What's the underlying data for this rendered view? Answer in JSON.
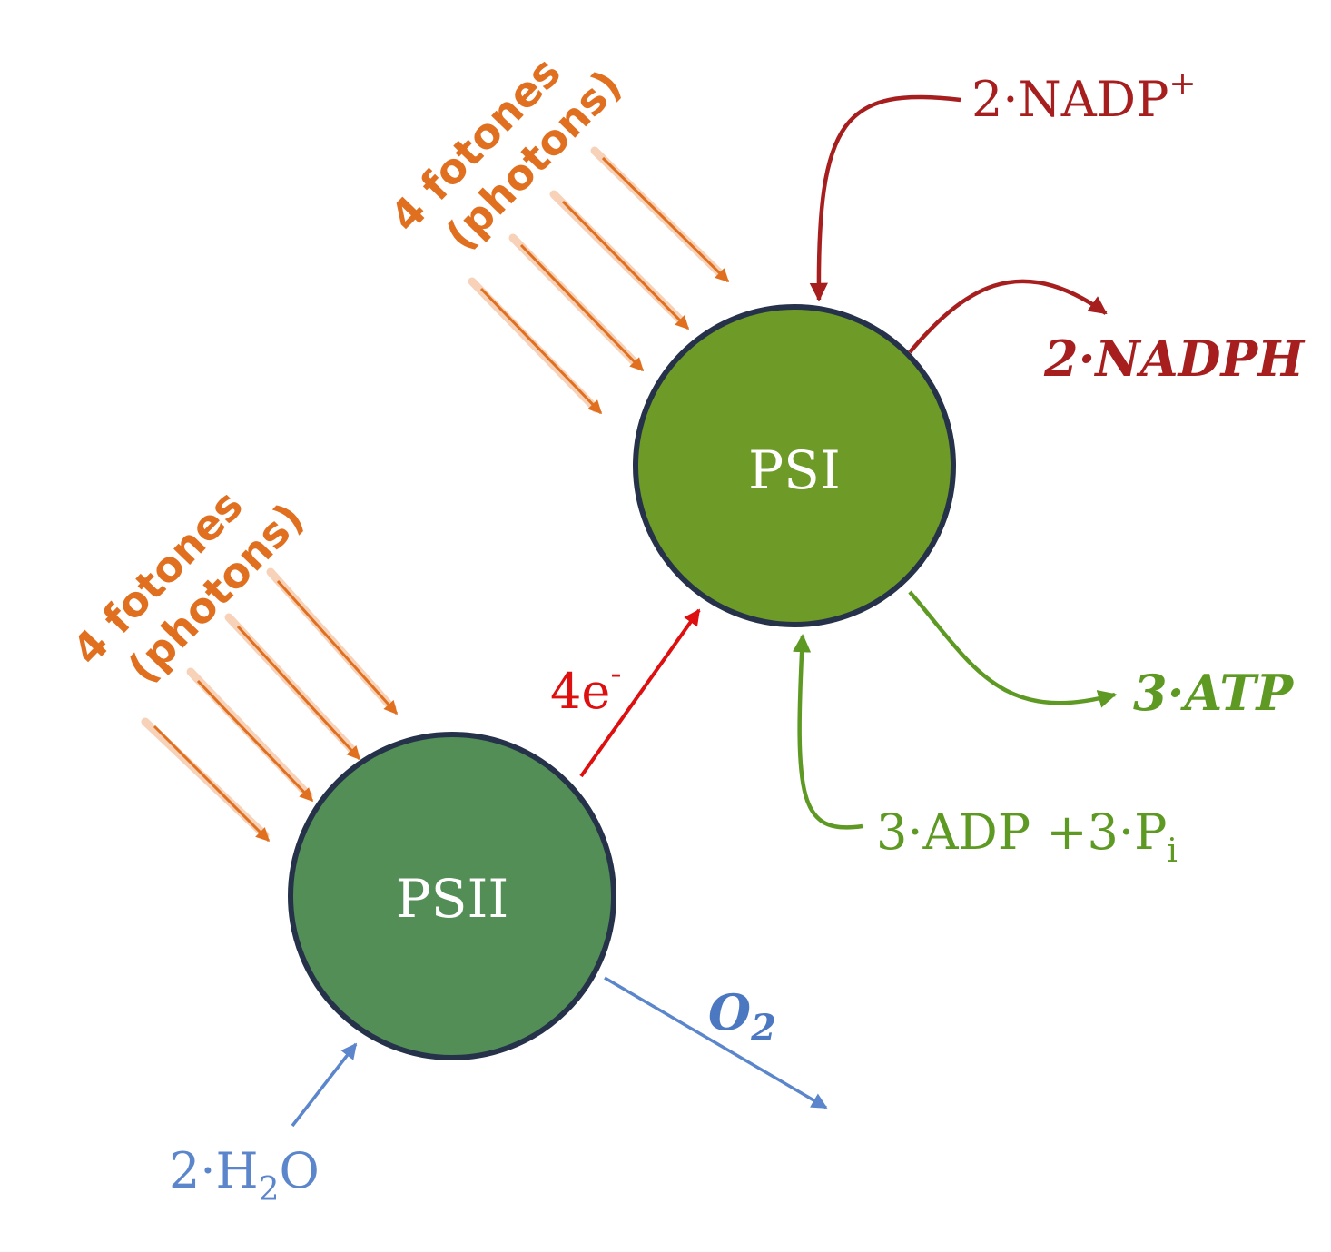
{
  "colors": {
    "photon": "#E07020",
    "photon_glow": "#F7D2B8",
    "nadp": "#A61E1E",
    "atp": "#5E9A23",
    "water": "#5B86CC",
    "electron": "#DD0F0F",
    "psii_fill": "#538E57",
    "psi_fill": "#6E9A28",
    "node_stroke": "#25324A"
  },
  "nodes": {
    "psii": {
      "label": "PSII"
    },
    "psi": {
      "label": "PSI"
    }
  },
  "photons_psii": {
    "line1": "4 fotones",
    "line2": "(photons)"
  },
  "photons_psi": {
    "line1": "4 fotones",
    "line2": "(photons)"
  },
  "electron": {
    "base": "4e",
    "sup": "-"
  },
  "nadp_in": {
    "base": "2·NADP",
    "sup": "+"
  },
  "nadph_out": {
    "text": "2·NADPH"
  },
  "atp_out": {
    "text": "3·ATP"
  },
  "adp_in": {
    "base": "3·ADP +3·P",
    "sub": "i"
  },
  "water_in": {
    "prefix": "2·H",
    "sub": "2",
    "suffix": "O"
  },
  "oxygen_out": {
    "base": "O",
    "sub": "2"
  }
}
